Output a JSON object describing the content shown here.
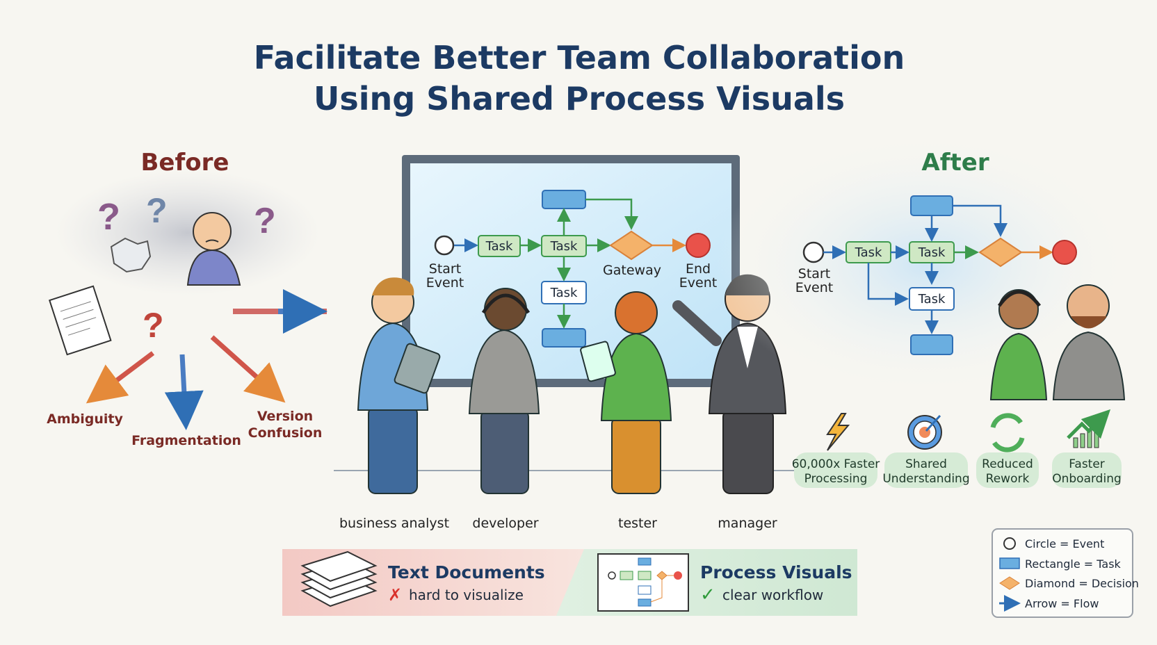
{
  "title": {
    "line1": "Facilitate Better Team Collaboration",
    "line2": "Using Shared Process Visuals"
  },
  "before": {
    "heading": "Before",
    "problems": [
      "Ambiguity",
      "Fragmentation",
      "Version",
      "Confusion"
    ]
  },
  "screen_diagram": {
    "tasks": [
      "Task",
      "Task",
      "Task"
    ],
    "start_label": [
      "Start",
      "Event"
    ],
    "gateway_label": "Gateway",
    "end_label": [
      "End",
      "Event"
    ]
  },
  "after": {
    "heading": "After",
    "tasks": [
      "Task",
      "Task",
      "Task"
    ],
    "start_label": [
      "Start",
      "Event"
    ],
    "benefits": [
      {
        "icon": "lightning-icon",
        "line1": "60,000x Faster",
        "line2": "Processing"
      },
      {
        "icon": "target-icon",
        "line1": "Shared",
        "line2": "Understanding"
      },
      {
        "icon": "refresh-icon",
        "line1": "Reduced",
        "line2": "Rework"
      },
      {
        "icon": "growth-chart-icon",
        "line1": "Faster",
        "line2": "Onboarding"
      }
    ]
  },
  "roles": [
    "business analyst",
    "developer",
    "tester",
    "manager"
  ],
  "comparison": {
    "left": {
      "title": "Text Documents",
      "sub": "hard to visualize",
      "mark": "✗"
    },
    "right": {
      "title": "Process Visuals",
      "sub": "clear workflow",
      "mark": "✓"
    }
  },
  "legend": [
    {
      "shape": "circle",
      "text": "Circle = Event"
    },
    {
      "shape": "rectangle",
      "text": "Rectangle = Task"
    },
    {
      "shape": "diamond",
      "text": "Diamond = Decision"
    },
    {
      "shape": "arrow",
      "text": "Arrow = Flow"
    }
  ],
  "colors": {
    "title": "#1c3a63",
    "before": "#7a2a25",
    "after": "#2e7d4a",
    "task_green": "#cfe8c4",
    "task_blue": "#6aaee0",
    "gateway": "#f4b26a",
    "end": "#e9524a"
  }
}
